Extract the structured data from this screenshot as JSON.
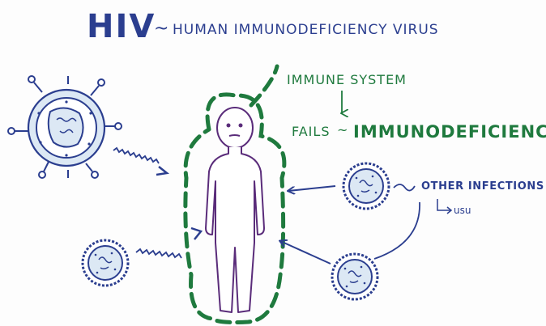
{
  "title": {
    "acronym": "HIV",
    "separator": "~",
    "full_name": "Human Immunodeficiency Virus"
  },
  "labels": {
    "immune_system": "Immune System",
    "fails": "Fails",
    "immunodeficiency": "Immunodeficiency",
    "other_infections": "Other Infections",
    "usu": "usu"
  },
  "colors": {
    "blue": "#2b3e8f",
    "green": "#1f7a3e",
    "purple": "#5a2c7a",
    "virus_fill": "#dce8f4"
  },
  "icons": {
    "hiv_virus": "hiv-virus-icon",
    "microbe": "microbe-icon",
    "person": "person-figure-icon"
  }
}
